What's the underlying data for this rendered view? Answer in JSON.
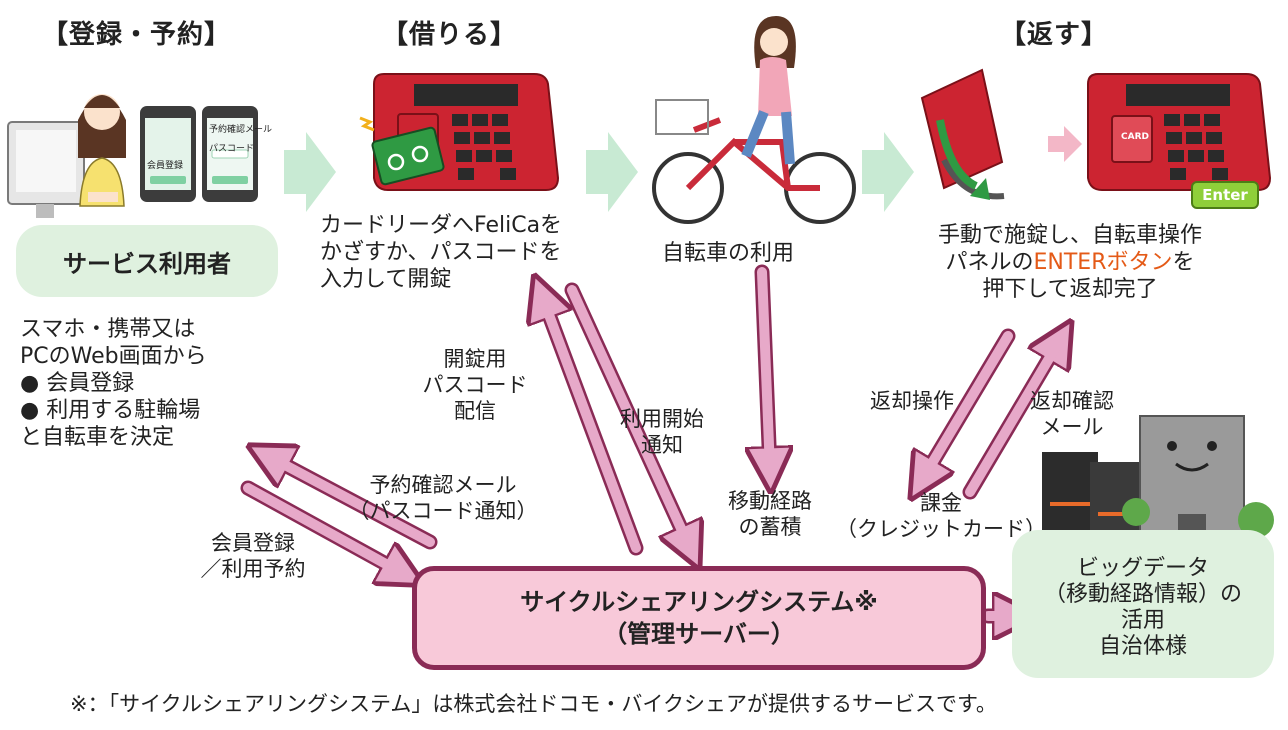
{
  "headings": {
    "register": "【登録・予約】",
    "borrow": "【借りる】",
    "return": "【返す】"
  },
  "user": {
    "box_label": "サービス利用者",
    "desc_lines": [
      "スマホ・携帯又は",
      "PCのWeb画面から",
      "● 会員登録",
      "● 利用する駐輪場",
      "と自転車を決定"
    ]
  },
  "phone_screens": {
    "left": "会員登録",
    "right_lines": [
      "予約確認メール",
      "パスコード"
    ]
  },
  "steps": {
    "borrow_lines": [
      "カードリーダへFeliCaを",
      "かざすか、パスコードを",
      "入力して開錠"
    ],
    "ride": "自転車の利用",
    "return_line1": "手動で施錠し、自転車操作",
    "return_line2_pre": "パネルの",
    "return_line2_highlight": "ENTERボタン",
    "return_line2_post": "を",
    "return_line3": "押下して返却完了"
  },
  "card_reader": {
    "enter_badge": "Enter",
    "card_label": "CARD"
  },
  "flows": {
    "passcode_lines": [
      "開錠用",
      "パスコード",
      "配信"
    ],
    "start_lines": [
      "利用開始",
      "通知"
    ],
    "route_lines": [
      "移動経路",
      "の蓄積"
    ],
    "return_op": "返却操作",
    "return_mail_lines": [
      "返却確認",
      "メール"
    ],
    "charge_lines": [
      "課金",
      "（クレジットカード）"
    ],
    "reserve_mail_lines": [
      "予約確認メール",
      "（パスコード通知）"
    ],
    "member_lines": [
      "会員登録",
      "／利用予約"
    ]
  },
  "system": {
    "line1": "サイクルシェアリングシステム※",
    "line2": "（管理サーバー）"
  },
  "city": {
    "lines": [
      "ビッグデータ",
      "（移動経路情報）の",
      "活用",
      "自治体様"
    ]
  },
  "footnote": "※：「サイクルシェアリングシステム」は株式会社ドコモ・バイクシェアが提供するサービスです。",
  "colors": {
    "arrow": "#e7a9c9",
    "arrow_outline": "#8a2b56",
    "step_arrow": "#c8ead3",
    "reader_red": "#cc2431",
    "box_green": "#dff1df",
    "system_pink": "#f8c9d9",
    "highlight": "#e45a17"
  }
}
